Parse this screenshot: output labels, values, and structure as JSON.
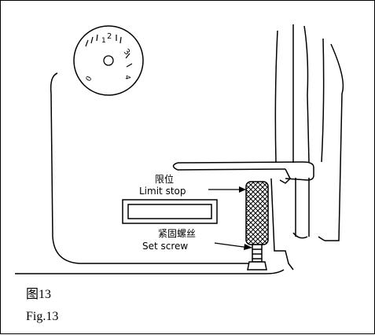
{
  "figure": {
    "caption_cn": "图13",
    "caption_en": "Fig.13",
    "labels": {
      "limit_stop_cn": "限位",
      "limit_stop_en": "Limit stop",
      "set_screw_cn": "紧固螺丝",
      "set_screw_en": "Set screw"
    },
    "dial_marks": [
      "0",
      "1",
      "2",
      "3",
      "4"
    ]
  }
}
